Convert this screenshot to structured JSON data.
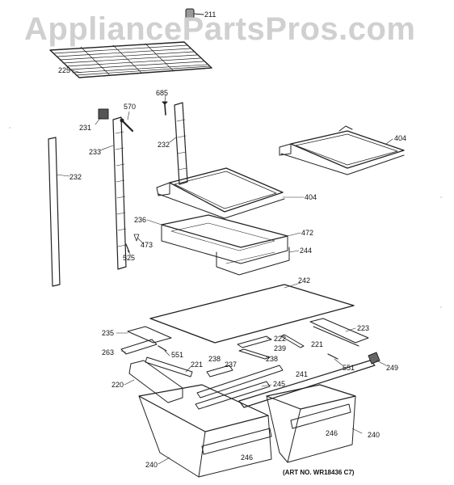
{
  "watermark": "AppliancePartsPros.com",
  "art_number": "(ART NO. WR18436 C7)",
  "callouts": {
    "c211": "211",
    "c225": "225",
    "c685": "685",
    "c570": "570",
    "c231": "231",
    "c233": "233",
    "c232a": "232",
    "c232b": "232",
    "c404a": "404",
    "c404b": "404",
    "c236": "236",
    "c472": "472",
    "c473": "473",
    "c525": "525",
    "c244": "244",
    "c242": "242",
    "c235": "235",
    "c223": "223",
    "c222": "222",
    "c239": "239",
    "c221a": "221",
    "c238a": "238",
    "c263": "263",
    "c551a": "551",
    "c551b": "551",
    "c221b": "221",
    "c238b": "238",
    "c237": "237",
    "c241": "241",
    "c249": "249",
    "c220": "220",
    "c245": "245",
    "c246a": "246",
    "c246b": "246",
    "c240a": "240",
    "c240b": "240"
  }
}
